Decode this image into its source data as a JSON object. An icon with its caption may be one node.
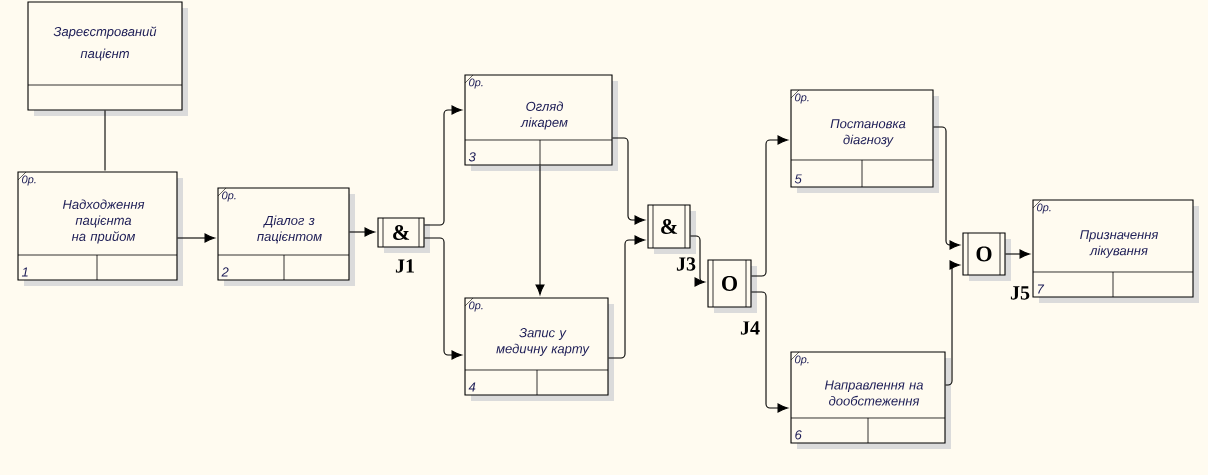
{
  "diagram": {
    "nodes": [
      {
        "text": [
          "Зареєстрований пацієнт"
        ]
      },
      {
        "text": [
          "0р.",
          "Надходження пацієнта на прийом",
          "1"
        ]
      },
      {
        "text": [
          "0р.",
          "Діалог з пацієнтом",
          "2"
        ]
      },
      {
        "text": [
          "&"
        ]
      },
      {
        "text": [
          "0р.",
          "Огляд лікарем",
          "3"
        ]
      },
      {
        "text": [
          "0р.",
          "Запис у медичну карту",
          "4"
        ]
      },
      {
        "text": [
          "&"
        ]
      },
      {
        "text": [
          "O"
        ]
      },
      {
        "text": [
          "0р.",
          "Постановка діагнозу",
          "5"
        ]
      },
      {
        "text": [
          "0р.",
          "Направлення на дообстеження",
          "6"
        ]
      },
      {
        "text": [
          "O"
        ]
      },
      {
        "text": [
          "0р.",
          "Призначення лікування",
          "7"
        ]
      }
    ],
    "edges": [
      {
        "from": 0,
        "to": 1,
        "arrow": "none"
      },
      {
        "from": 1,
        "to": 2,
        "arrow": "to"
      },
      {
        "from": 2,
        "to": 3,
        "arrow": "to"
      },
      {
        "from": 3,
        "to": 4,
        "arrow": "to"
      },
      {
        "from": 3,
        "to": 5,
        "arrow": "to"
      },
      {
        "from": 4,
        "to": 5,
        "arrow": "to"
      },
      {
        "from": 4,
        "to": 6,
        "arrow": "to"
      },
      {
        "from": 5,
        "to": 6,
        "arrow": "to"
      },
      {
        "from": 6,
        "to": 7,
        "arrow": "to"
      },
      {
        "from": 7,
        "to": 8,
        "arrow": "to"
      },
      {
        "from": 7,
        "to": 9,
        "arrow": "to"
      },
      {
        "from": 8,
        "to": 10,
        "arrow": "to"
      },
      {
        "from": 9,
        "to": 10,
        "arrow": "to"
      },
      {
        "from": 10,
        "to": 11,
        "arrow": "to"
      }
    ],
    "labels": [
      "J1",
      "J3",
      "J4",
      "J5"
    ]
  }
}
